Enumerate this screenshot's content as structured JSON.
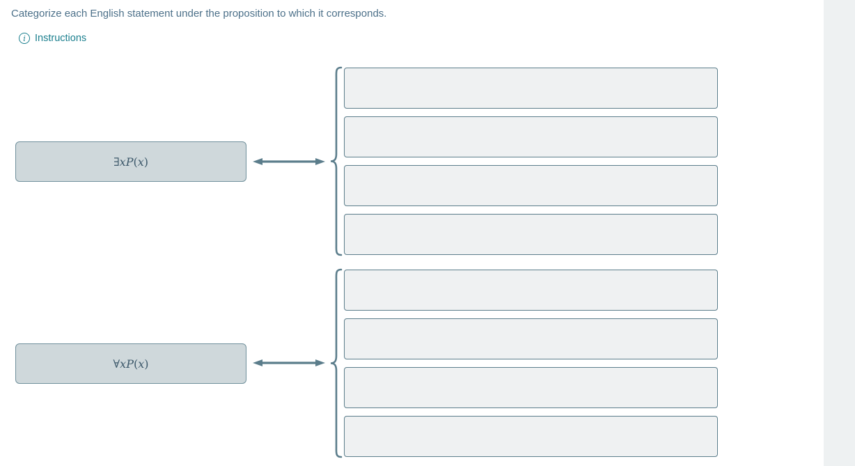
{
  "header": {
    "prompt": "Categorize each English statement under the proposition to which it corresponds.",
    "instructions_label": "Instructions",
    "info_icon": "circled-i"
  },
  "colors": {
    "prompt_text": "#4c7089",
    "instructions_link": "#1b7f8e",
    "connector_slate": "#5b7d8b",
    "proposition_box_fill": "#cfd8db",
    "proposition_box_border": "#70909c",
    "drop_slot_fill": "#eff1f2",
    "drop_slot_border": "#5b7d8b",
    "math_text": "#3c586a",
    "page_strip": "#eef1f2"
  },
  "groups": [
    {
      "proposition_display": "∃x P(x)",
      "math_parts": [
        {
          "t": "∃",
          "italic": false
        },
        {
          "t": "x",
          "italic": true
        },
        {
          "t": " ",
          "italic": false
        },
        {
          "t": "P",
          "italic": true
        },
        {
          "t": "(",
          "italic": false
        },
        {
          "t": "x",
          "italic": true
        },
        {
          "t": ")",
          "italic": false
        }
      ],
      "slot_count": 4
    },
    {
      "proposition_display": "∀x P(x)",
      "math_parts": [
        {
          "t": "∀",
          "italic": false
        },
        {
          "t": "x",
          "italic": true
        },
        {
          "t": " ",
          "italic": false
        },
        {
          "t": "P",
          "italic": true
        },
        {
          "t": "(",
          "italic": false
        },
        {
          "t": "x",
          "italic": true
        },
        {
          "t": ")",
          "italic": false
        }
      ],
      "slot_count": 4
    }
  ]
}
